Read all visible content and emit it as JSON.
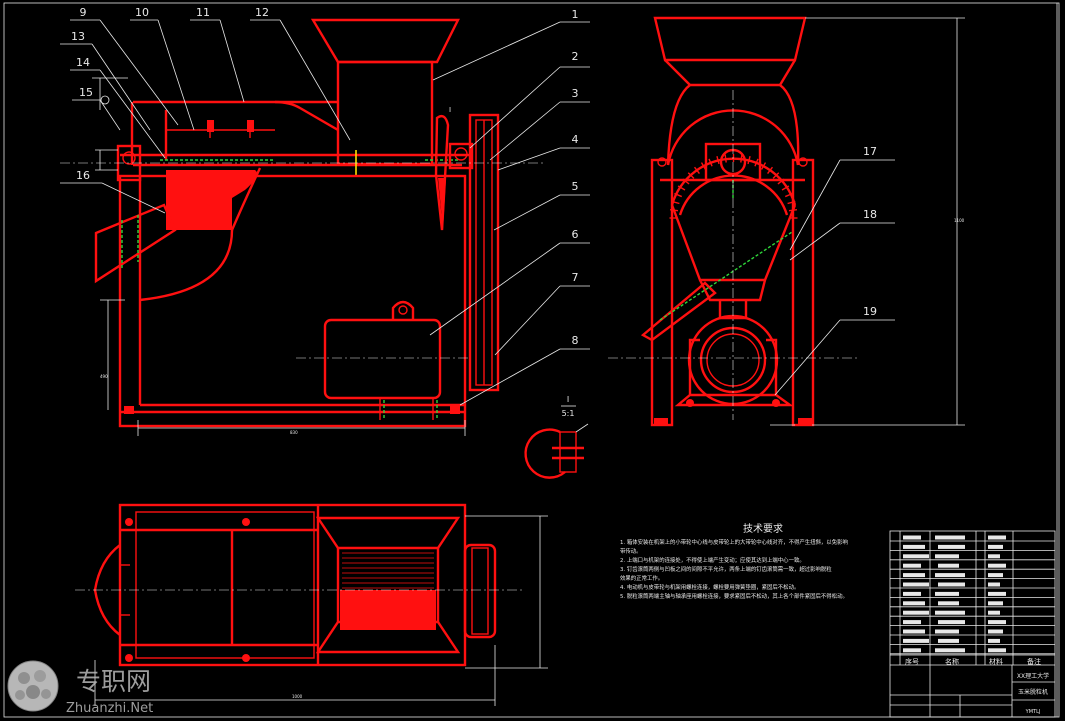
{
  "callouts": [
    "1",
    "2",
    "3",
    "4",
    "5",
    "6",
    "7",
    "8",
    "9",
    "10",
    "11",
    "12",
    "13",
    "14",
    "15",
    "16",
    "17",
    "18",
    "19"
  ],
  "detail": {
    "label": "I",
    "scale": "5:1",
    "marker": "I"
  },
  "tech": {
    "title": "技术要求",
    "lines": [
      "1. 箱体安装在机架上的小带轮中心线与皮带轮上的大带轮中心线对齐，不得产生扭斜，以免影响",
      "带传动。",
      "2. 上端口与机架的连接处，不得使上端产生变动；应使其达到上端中心一致。",
      "3. 钉齿滚筒两侧与凹板之间的间隙不平允许，两条上端的钉齿滚筒需一致，超过影响脱粒",
      "效果的正常工作。",
      "4. 电动机与皮带轮与机架用螺栓连接，螺栓要用弹簧垫圈，紧固后不松动。",
      "5. 脱粒滚筒两端主轴与轴承座用螺栓连接，要求紧固后不松动，其上各个部件紧固后不得松动。"
    ]
  },
  "titleblock": {
    "h1": "序号",
    "h2": "名称",
    "h3": "材料",
    "h4": "备注",
    "school": "XX理工大学",
    "name": "玉米脱粒机",
    "code": "YMTLJ"
  },
  "watermark": {
    "cn": "专职网",
    "en": "Zhuanzhi.Net"
  }
}
